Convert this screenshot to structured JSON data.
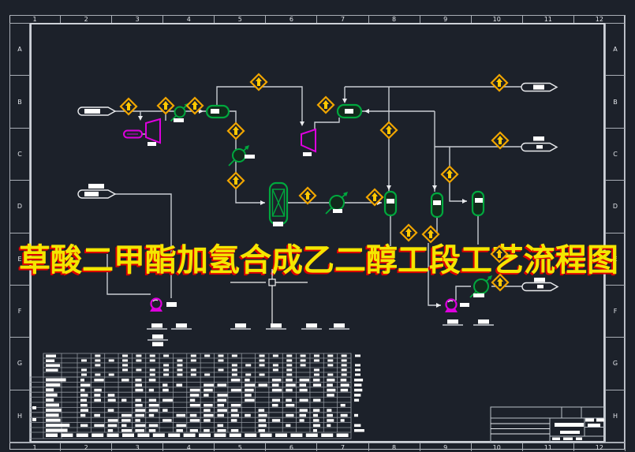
{
  "window": {
    "background": "#1c212a",
    "app_type": "cad-drawing-viewport"
  },
  "colors": {
    "frame_line": "#c6cad1",
    "pipe_line": "#c9cdd3",
    "equipment_green": "#00a83e",
    "equipment_magenta": "#dd00dd",
    "instrument_yellow": "#f0a500",
    "instrument_arrow_yellow": "#ffc800",
    "label_white": "#ffffff",
    "title_fill": "#f4e600",
    "title_shadow": "#dd0000"
  },
  "frame": {
    "columns": [
      "1",
      "2",
      "3",
      "4",
      "5",
      "6",
      "7",
      "8",
      "9",
      "10",
      "11",
      "12"
    ],
    "rows": [
      "A",
      "B",
      "C",
      "D",
      "E",
      "F",
      "G",
      "H"
    ]
  },
  "title": {
    "text": "草酸二甲酯加氢合成乙二醇工段工艺流程图"
  },
  "icons": {
    "instrument-diamond-icon": "◆ with ▲ arrow",
    "crosshair-cursor": "+ with pickbox □",
    "heat-exchanger-icon": "○ with ↗ arrow",
    "pump-icon": "○ on base",
    "compressor-icon": "trapezoid",
    "stream-arrow-icon": "⟹ capsule flag"
  }
}
